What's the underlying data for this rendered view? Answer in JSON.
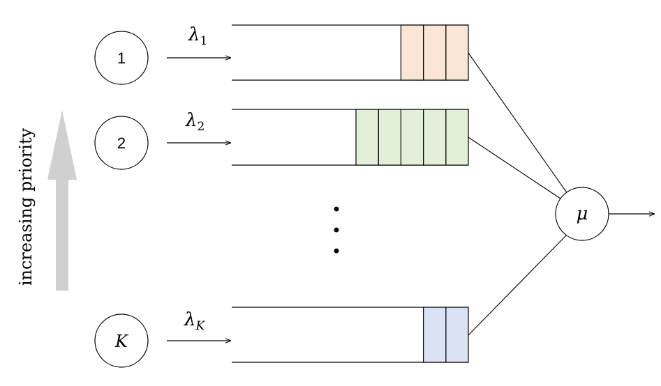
{
  "priority_label": "increasing priority",
  "classes": [
    {
      "node_label": "1",
      "rate_symbol": "λ",
      "rate_subscript": "1",
      "packets": 3,
      "fill": "#fbe5d6",
      "stroke": "#000000"
    },
    {
      "node_label": "2",
      "rate_symbol": "λ",
      "rate_subscript": "2",
      "packets": 5,
      "fill": "#e2f0d9",
      "stroke": "#000000"
    },
    {
      "node_label": "K",
      "rate_symbol": "λ",
      "rate_subscript": "K",
      "packets": 2,
      "fill": "#dae3f3",
      "stroke": "#000000"
    }
  ],
  "server_label": "μ",
  "colors": {
    "arrow_gray": "#d0d0d0",
    "line": "#000000"
  }
}
